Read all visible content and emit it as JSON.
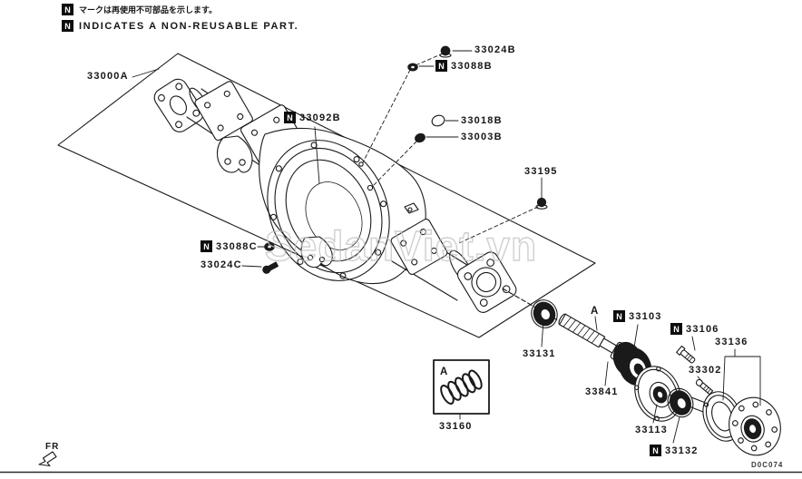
{
  "legend": {
    "symbol": "N",
    "line1_jp": "マークは再使用不可部品を示します。",
    "line2_en": "INDICATES A NON-REUSABLE PART."
  },
  "watermark": "SedanViet.vn",
  "drawing_number": "D0C074",
  "orientation_label": "FR",
  "section_marker": "A",
  "inset": {
    "marker": "A"
  },
  "colors": {
    "ink": "#1a1a1a",
    "watermark_outline": "#c0c0c0",
    "background": "#ffffff"
  },
  "parts": [
    {
      "number": "33000A",
      "non_reusable": false
    },
    {
      "number": "33024B",
      "non_reusable": false
    },
    {
      "number": "33088B",
      "non_reusable": true
    },
    {
      "number": "33092B",
      "non_reusable": true
    },
    {
      "number": "33018B",
      "non_reusable": false
    },
    {
      "number": "33003B",
      "non_reusable": false
    },
    {
      "number": "33195",
      "non_reusable": false
    },
    {
      "number": "33088C",
      "non_reusable": true
    },
    {
      "number": "33024C",
      "non_reusable": false
    },
    {
      "number": "33131",
      "non_reusable": false
    },
    {
      "number": "33103",
      "non_reusable": true
    },
    {
      "number": "33106",
      "non_reusable": true
    },
    {
      "number": "33136",
      "non_reusable": false
    },
    {
      "number": "33302",
      "non_reusable": false
    },
    {
      "number": "33841",
      "non_reusable": false
    },
    {
      "number": "33113",
      "non_reusable": false
    },
    {
      "number": "33132",
      "non_reusable": true
    },
    {
      "number": "33160",
      "non_reusable": false
    }
  ]
}
